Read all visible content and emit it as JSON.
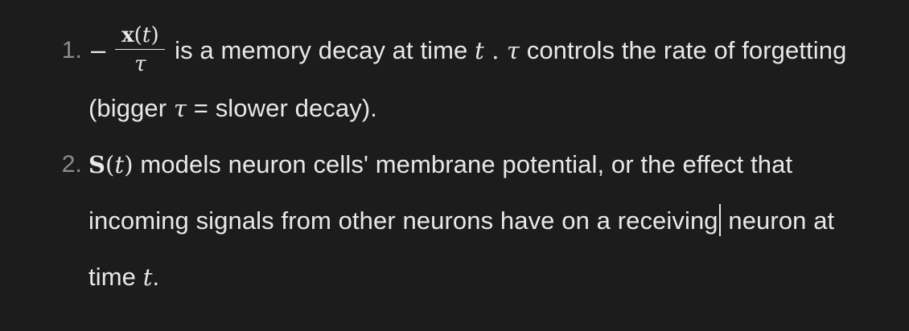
{
  "document": {
    "background_color": "#1c1c1c",
    "text_color": "#e8e8e8",
    "marker_color": "#8d8d8d",
    "list_items": [
      {
        "marker": "1.",
        "formula": {
          "minus": "−",
          "numerator_bold": "x",
          "numerator_paren_open": "(",
          "numerator_var": "t",
          "numerator_paren_close": ")",
          "denominator": "τ"
        },
        "text_after_formula": " is a memory decay at time ",
        "var_t": "t",
        "period_spaced": " . ",
        "var_tau": "τ",
        "text_tail": " controls the rate of forgetting (bigger ",
        "var_tau_2": "τ",
        "text_end": " = slower decay)."
      },
      {
        "marker": "2.",
        "symbol_bold": "S",
        "paren_open": "(",
        "var_t": "t",
        "paren_close": ")",
        "text_body": " models neuron cells' membrane potential, or the effect that incoming signals from other neurons have on a receiving",
        "caret": true,
        "text_after_caret": " neuron at time ",
        "var_t_end": "t",
        "text_end": "."
      }
    ]
  }
}
